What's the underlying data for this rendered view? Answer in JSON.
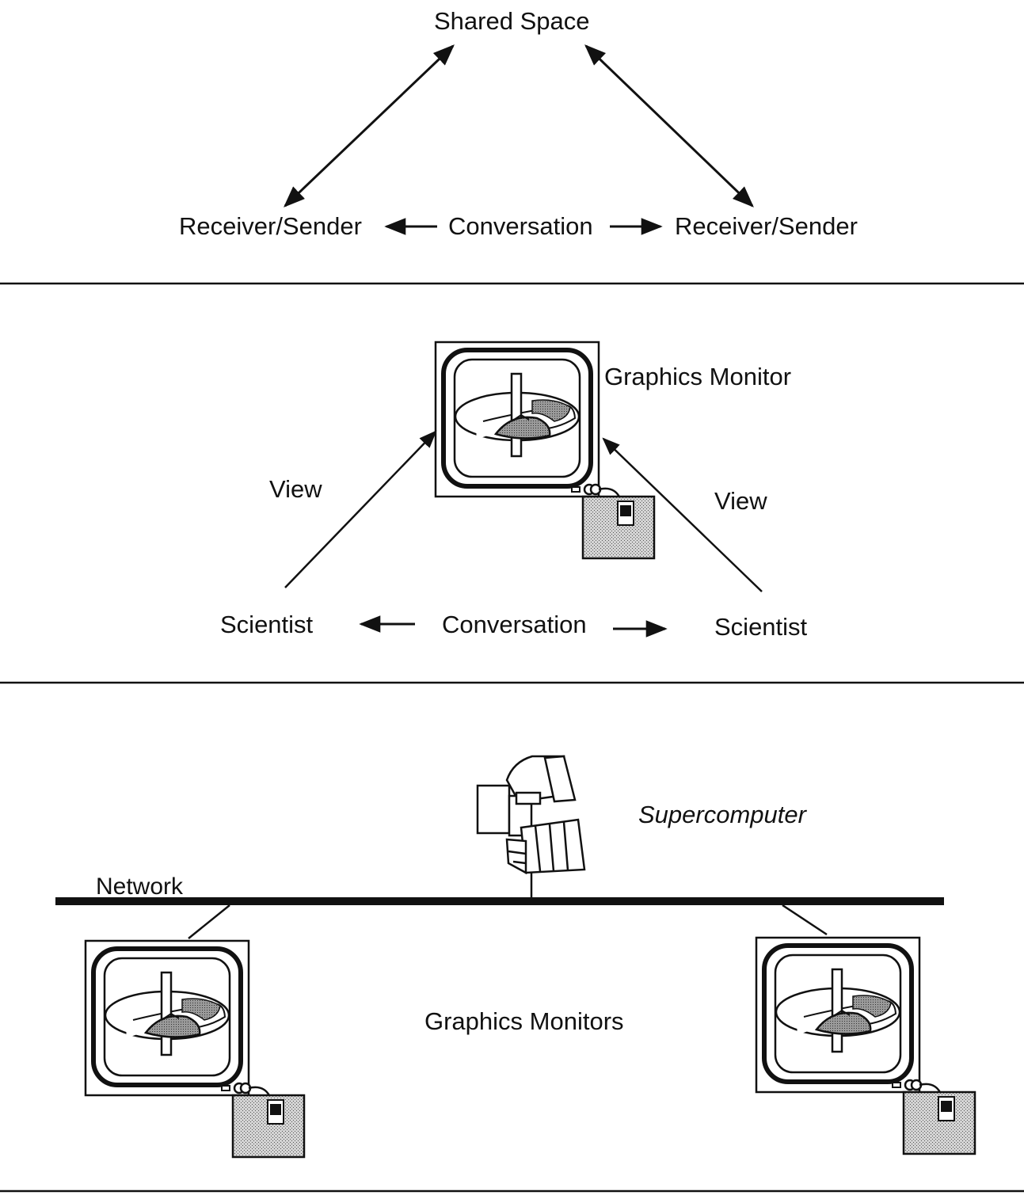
{
  "panel1": {
    "top_label": "Shared Space",
    "left_label": "Receiver/Sender",
    "middle_label": "Conversation",
    "right_label": "Receiver/Sender"
  },
  "panel2": {
    "monitor_label": "Graphics Monitor",
    "left_view_label": "View",
    "right_view_label": "View",
    "left_person_label": "Scientist",
    "middle_label": "Conversation",
    "right_person_label": "Scientist"
  },
  "panel3": {
    "computer_label": "Supercomputer",
    "network_label": "Network",
    "monitors_label": "Graphics Monitors"
  },
  "colors": {
    "ink": "#111111",
    "screen_shade": "#b8b8b8",
    "box_fill": "#c8c8c8"
  }
}
